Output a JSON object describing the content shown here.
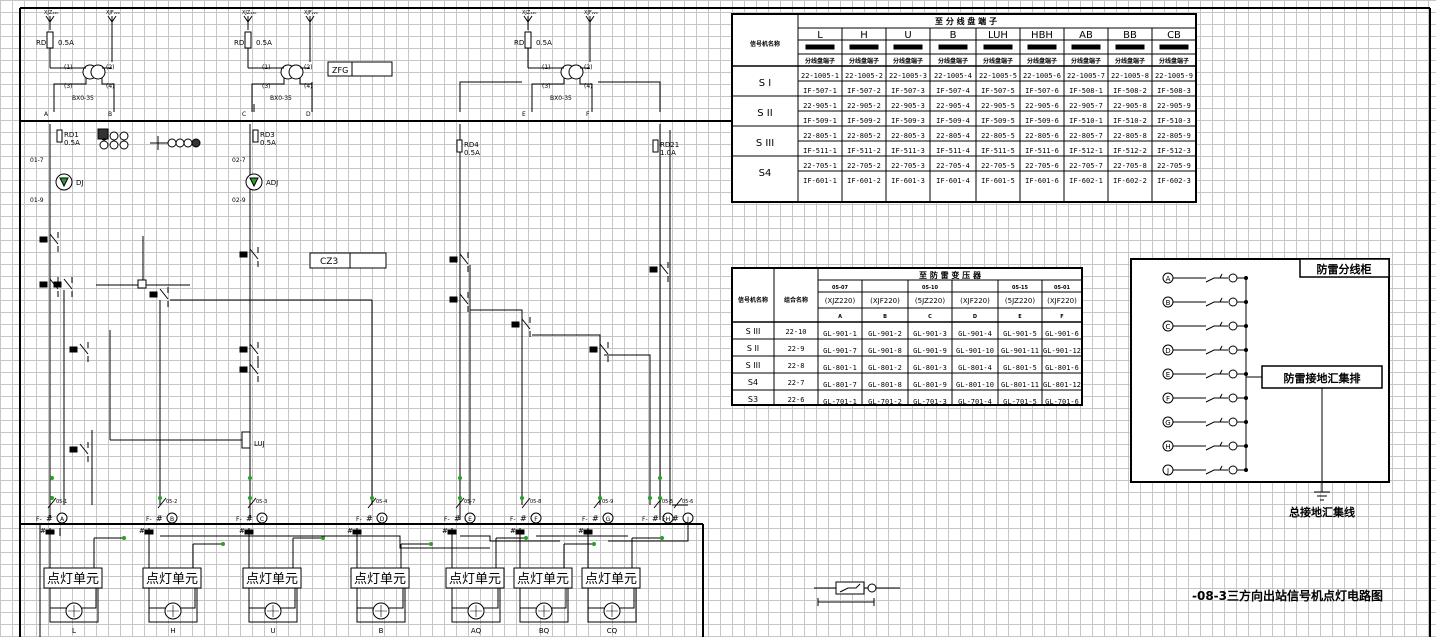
{
  "top": {
    "xjf_labels": [
      "XJZ₂₂₀",
      "XJF₂₂₀"
    ],
    "fuse_rd": "RD",
    "fuse_rating": "0.5A",
    "transformer_terminals": [
      "(1)",
      "(2)",
      "(3)",
      "(4)"
    ],
    "transformer_model": "BX0-35",
    "bus_letters": [
      "A",
      "B",
      "C",
      "D",
      "E",
      "F"
    ],
    "zfg_label": "ZFG",
    "cz3_label": "CZ3"
  },
  "left": {
    "rd1": "RD1",
    "rd1_rating": "0.5A",
    "rd3": "RD3",
    "rd3_rating": "0.5A",
    "rd4": "RD4",
    "rd4_rating": "0.5A",
    "rd21": "RD21",
    "rd21_rating": "1.0A",
    "dj": "DJ",
    "adj": "ADJ",
    "luj": "LUJ",
    "terms": [
      "01-7",
      "01-9",
      "02-7",
      "02-9"
    ],
    "bottom_terms": [
      "05-1",
      "05-2",
      "05-3",
      "05-4",
      "05-7",
      "05-8",
      "05-9",
      "05-5",
      "05-6"
    ],
    "bottom_circles": [
      "A",
      "B",
      "C",
      "D",
      "E",
      "F",
      "G",
      "H",
      "J"
    ],
    "lamp_unit": "点灯单元",
    "lamp_names": [
      "L",
      "H",
      "U",
      "B",
      "AQ",
      "BQ",
      "CQ"
    ]
  },
  "table1": {
    "title": "至 分 线 盘 端 子",
    "head_col": "信号机名称",
    "cols": [
      "L",
      "H",
      "U",
      "B",
      "LUH",
      "HBH",
      "AB",
      "BB",
      "CB"
    ],
    "sub": "分线盘端子",
    "rows": [
      {
        "name": "S I",
        "a": [
          "22-1005-1",
          "22-1005-2",
          "22-1005-3",
          "22-1005-4",
          "22-1005-5",
          "22-1005-6",
          "22-1005-7",
          "22-1005-8",
          "22-1005-9"
        ],
        "b": [
          "IF-507-1",
          "IF-507-2",
          "IF-507-3",
          "IF-507-4",
          "IF-507-5",
          "IF-507-6",
          "IF-508-1",
          "IF-508-2",
          "IF-508-3"
        ]
      },
      {
        "name": "S II",
        "a": [
          "22-905-1",
          "22-905-2",
          "22-905-3",
          "22-905-4",
          "22-905-5",
          "22-905-6",
          "22-905-7",
          "22-905-8",
          "22-905-9"
        ],
        "b": [
          "IF-509-1",
          "IF-509-2",
          "IF-509-3",
          "IF-509-4",
          "IF-509-5",
          "IF-509-6",
          "IF-510-1",
          "IF-510-2",
          "IF-510-3"
        ]
      },
      {
        "name": "S III",
        "a": [
          "22-805-1",
          "22-805-2",
          "22-805-3",
          "22-805-4",
          "22-805-5",
          "22-805-6",
          "22-805-7",
          "22-805-8",
          "22-805-9"
        ],
        "b": [
          "IF-511-1",
          "IF-511-2",
          "IF-511-3",
          "IF-511-4",
          "IF-511-5",
          "IF-511-6",
          "IF-512-1",
          "IF-512-2",
          "IF-512-3"
        ]
      },
      {
        "name": "S4",
        "a": [
          "22-705-1",
          "22-705-2",
          "22-705-3",
          "22-705-4",
          "22-705-5",
          "22-705-6",
          "22-705-7",
          "22-705-8",
          "22-705-9"
        ],
        "b": [
          "IF-601-1",
          "IF-601-2",
          "IF-601-3",
          "IF-601-4",
          "IF-601-5",
          "IF-601-6",
          "IF-602-1",
          "IF-602-2",
          "IF-602-3"
        ]
      }
    ]
  },
  "table2": {
    "title": "至 防 雷 变 压 器",
    "head_col1": "信号机名称",
    "head_col2": "组合名称",
    "groups": [
      "05-07",
      "05-10",
      "05-15",
      "05-01"
    ],
    "cols": [
      "(XJZ220)",
      "(XJF220)",
      "(5JZ220)",
      "(XJF220)",
      "(5JZ220)",
      "(XJF220)"
    ],
    "letters": [
      "A",
      "B",
      "C",
      "D",
      "E",
      "F"
    ],
    "rows": [
      {
        "name": "S III",
        "group": "22-10",
        "v": [
          "GL-901-1",
          "GL-901-2",
          "GL-901-3",
          "GL-901-4",
          "GL-901-5",
          "GL-901-6"
        ]
      },
      {
        "name": "S II",
        "group": "22-9",
        "v": [
          "GL-901-7",
          "GL-901-8",
          "GL-901-9",
          "GL-901-10",
          "GL-901-11",
          "GL-901-12"
        ]
      },
      {
        "name": "S III",
        "group": "22-8",
        "v": [
          "GL-801-1",
          "GL-801-2",
          "GL-801-3",
          "GL-801-4",
          "GL-801-5",
          "GL-801-6"
        ]
      },
      {
        "name": "S4",
        "group": "22-7",
        "v": [
          "GL-801-7",
          "GL-801-8",
          "GL-801-9",
          "GL-801-10",
          "GL-801-11",
          "GL-801-12"
        ]
      },
      {
        "name": "S3",
        "group": "22-6",
        "v": [
          "GL-701-1",
          "GL-701-2",
          "GL-701-3",
          "GL-701-4",
          "GL-701-5",
          "GL-701-6"
        ]
      }
    ]
  },
  "lightning": {
    "title": "防雷分线柜",
    "busbar": "防雷接地汇集排",
    "ground": "总接地汇集线",
    "letters": [
      "A",
      "B",
      "C",
      "D",
      "E",
      "F",
      "G",
      "H",
      "J"
    ]
  },
  "caption": "-08-3三方向出站信号机点灯电路图"
}
